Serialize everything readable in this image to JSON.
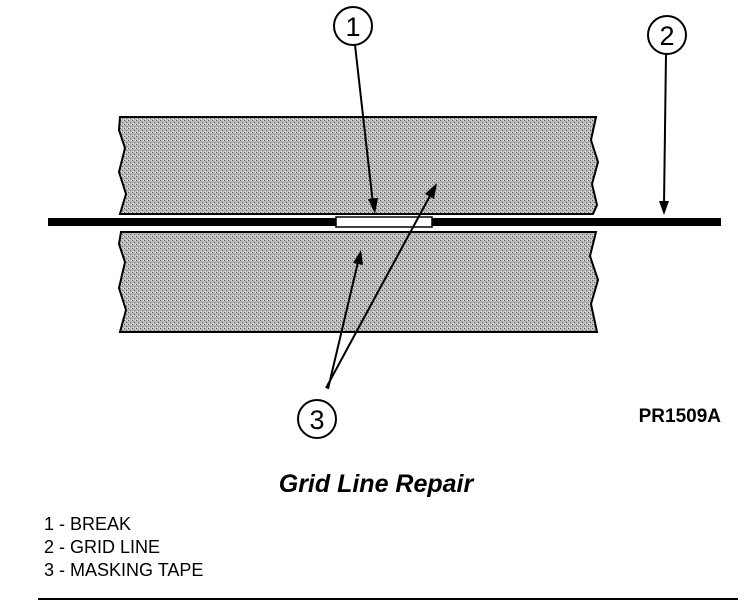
{
  "diagram": {
    "callouts": [
      {
        "num": "1"
      },
      {
        "num": "2"
      },
      {
        "num": "3"
      }
    ],
    "figure_id": "PR1509A"
  },
  "caption": "Grid Line Repair",
  "legend": [
    "1 - BREAK",
    "2 - GRID LINE",
    "3 - MASKING TAPE"
  ]
}
